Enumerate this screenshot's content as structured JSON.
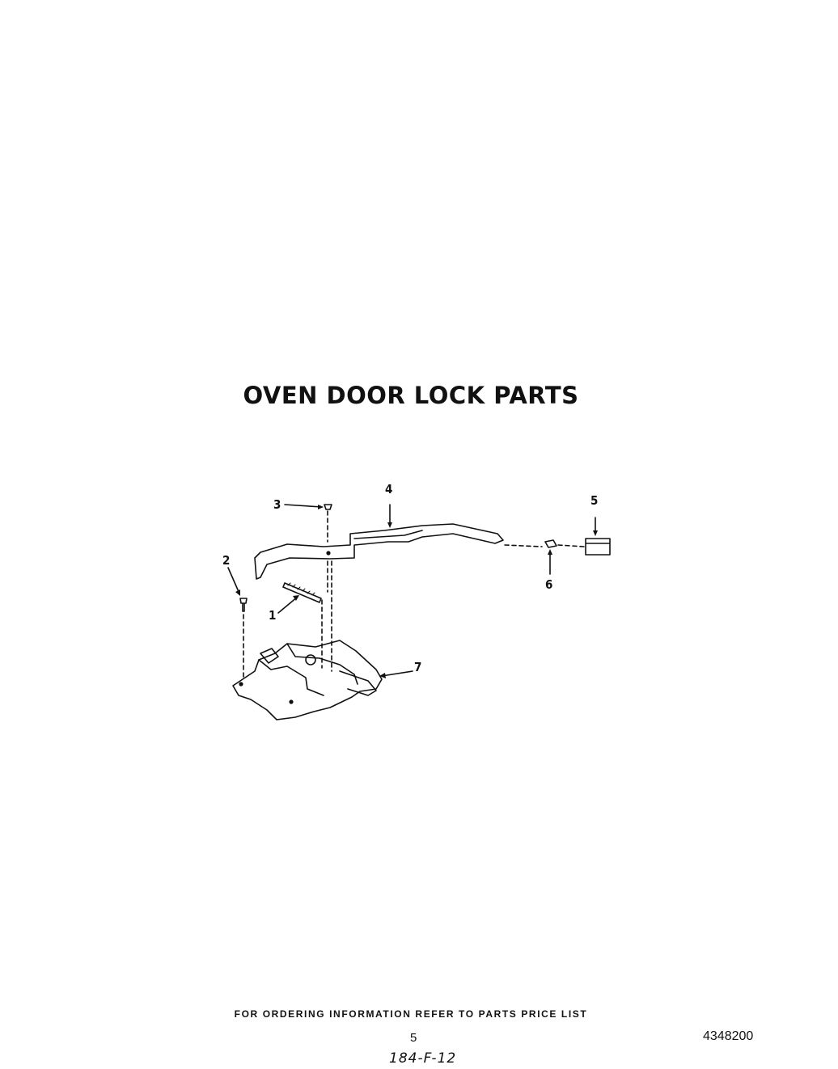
{
  "title": "OVEN DOOR LOCK PARTS",
  "callouts": [
    "1",
    "2",
    "3",
    "4",
    "5",
    "6",
    "7"
  ],
  "footer": {
    "ordering_note": "FOR ORDERING INFORMATION REFER TO PARTS PRICE LIST",
    "page_number": "5",
    "document_number": "4348200",
    "handwritten_code": "184-F-12"
  }
}
